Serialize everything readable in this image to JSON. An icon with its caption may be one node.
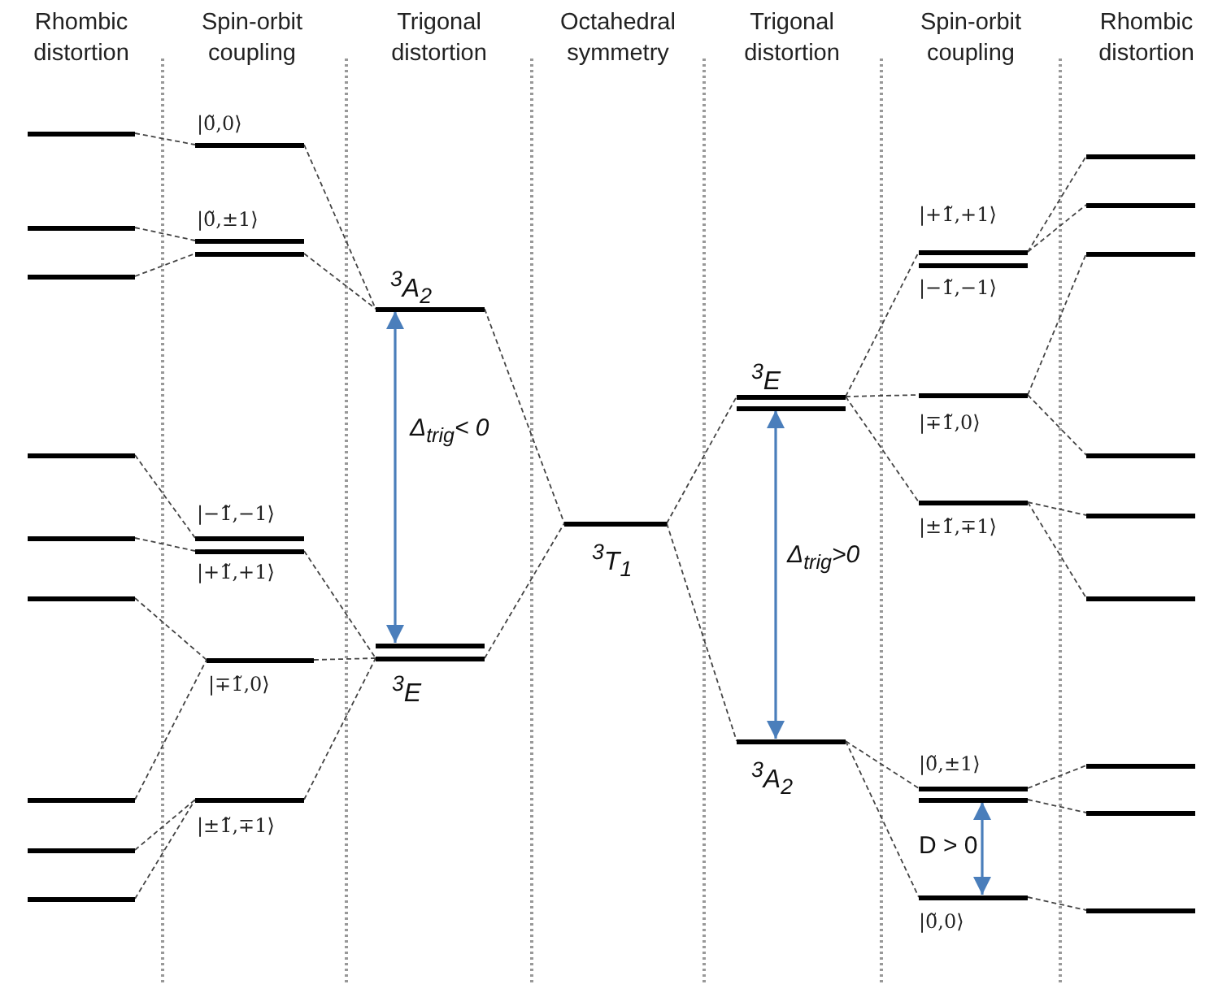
{
  "diagram": {
    "nodes": [
      {
        "text": [],
        "shape": "bar"
      },
      {
        "text": [],
        "shape": "bar"
      },
      {
        "text": [],
        "shape": "bar"
      },
      {
        "text": [],
        "shape": "bar"
      },
      {
        "text": [],
        "shape": "bar"
      },
      {
        "text": [],
        "shape": "bar"
      },
      {
        "text": [],
        "shape": "bar"
      },
      {
        "text": [],
        "shape": "bar"
      },
      {
        "text": [],
        "shape": "bar"
      },
      {
        "text": [],
        "shape": "bar",
        "beside": [
          "|0̃,0⟩"
        ]
      },
      {
        "text": [],
        "shape": "bar",
        "beside": [
          "|0̃,±1⟩"
        ]
      },
      {
        "text": [],
        "shape": "bar"
      },
      {
        "text": [],
        "shape": "bar",
        "beside": [
          "|−1̃,−1⟩"
        ]
      },
      {
        "text": [],
        "shape": "bar",
        "beside": [
          "|+1̃,+1⟩"
        ]
      },
      {
        "text": [],
        "shape": "bar",
        "beside": [
          "|∓1̃,0⟩"
        ]
      },
      {
        "text": [],
        "shape": "bar",
        "beside": [
          "|±1̃,∓1⟩"
        ]
      },
      {
        "text": [],
        "shape": "bar",
        "beside": [
          "$^{3}$A$_{2}$"
        ]
      },
      {
        "text": [],
        "shape": "bar"
      },
      {
        "text": [],
        "shape": "bar",
        "beside": [
          "$^{3}$E"
        ]
      },
      {
        "text": [],
        "shape": "bar",
        "beside": [
          "$^{3}$T$_{1}$"
        ]
      },
      {
        "text": [],
        "shape": "bar",
        "beside": [
          "$^{3}$E"
        ]
      },
      {
        "text": [],
        "shape": "bar"
      },
      {
        "text": [],
        "shape": "bar",
        "beside": [
          "$^{3}$A$_{2}$"
        ]
      },
      {
        "text": [],
        "shape": "bar",
        "beside": [
          "|+1̃,+1⟩"
        ]
      },
      {
        "text": [],
        "shape": "bar",
        "beside": [
          "|−1̃,−1⟩"
        ]
      },
      {
        "text": [],
        "shape": "bar",
        "beside": [
          "|∓1̃,0⟩"
        ]
      },
      {
        "text": [],
        "shape": "bar",
        "beside": [
          "|±1̃,∓1⟩"
        ]
      },
      {
        "text": [],
        "shape": "bar",
        "beside": [
          "|0̃,±1⟩"
        ]
      },
      {
        "text": [],
        "shape": "bar"
      },
      {
        "text": [],
        "shape": "bar",
        "beside": [
          "|0̃,0⟩"
        ]
      },
      {
        "text": [],
        "shape": "bar"
      },
      {
        "text": [],
        "shape": "bar"
      },
      {
        "text": [],
        "shape": "bar"
      },
      {
        "text": [],
        "shape": "bar"
      },
      {
        "text": [],
        "shape": "bar"
      },
      {
        "text": [],
        "shape": "bar"
      },
      {
        "text": [],
        "shape": "bar"
      },
      {
        "text": [],
        "shape": "bar"
      },
      {
        "text": [],
        "shape": "bar"
      }
    ],
    "edges": [
      {
        "from": 0,
        "to": 9,
        "arrow": "none",
        "style": "dashed"
      },
      {
        "from": 1,
        "to": 10,
        "arrow": "none",
        "style": "dashed"
      },
      {
        "from": 2,
        "to": 11,
        "arrow": "none",
        "style": "dashed"
      },
      {
        "from": 3,
        "to": 12,
        "arrow": "none",
        "style": "dashed"
      },
      {
        "from": 4,
        "to": 13,
        "arrow": "none",
        "style": "dashed"
      },
      {
        "from": 5,
        "to": 14,
        "arrow": "none",
        "style": "dashed"
      },
      {
        "from": 6,
        "to": 14,
        "arrow": "none",
        "style": "dashed"
      },
      {
        "from": 7,
        "to": 15,
        "arrow": "none",
        "style": "dashed"
      },
      {
        "from": 8,
        "to": 15,
        "arrow": "none",
        "style": "dashed"
      },
      {
        "from": 9,
        "to": 16,
        "arrow": "none",
        "style": "dashed"
      },
      {
        "from": 11,
        "to": 16,
        "arrow": "none",
        "style": "dashed"
      },
      {
        "from": 13,
        "to": 18,
        "arrow": "none",
        "style": "dashed"
      },
      {
        "from": 14,
        "to": 18,
        "arrow": "none",
        "style": "dashed"
      },
      {
        "from": 15,
        "to": 18,
        "arrow": "none",
        "style": "dashed"
      },
      {
        "from": 16,
        "to": 19,
        "arrow": "none",
        "style": "dashed"
      },
      {
        "from": 18,
        "to": 19,
        "arrow": "none",
        "style": "dashed"
      },
      {
        "from": 19,
        "to": 20,
        "arrow": "none",
        "style": "dashed"
      },
      {
        "from": 19,
        "to": 22,
        "arrow": "none",
        "style": "dashed"
      },
      {
        "from": 20,
        "to": 23,
        "arrow": "none",
        "style": "dashed"
      },
      {
        "from": 20,
        "to": 25,
        "arrow": "none",
        "style": "dashed"
      },
      {
        "from": 20,
        "to": 26,
        "arrow": "none",
        "style": "dashed"
      },
      {
        "from": 22,
        "to": 27,
        "arrow": "none",
        "style": "dashed"
      },
      {
        "from": 22,
        "to": 29,
        "arrow": "none",
        "style": "dashed"
      },
      {
        "from": 23,
        "to": 30,
        "arrow": "none",
        "style": "dashed"
      },
      {
        "from": 23,
        "to": 31,
        "arrow": "none",
        "style": "dashed"
      },
      {
        "from": 25,
        "to": 32,
        "arrow": "none",
        "style": "dashed"
      },
      {
        "from": 25,
        "to": 33,
        "arrow": "none",
        "style": "dashed"
      },
      {
        "from": 26,
        "to": 34,
        "arrow": "none",
        "style": "dashed"
      },
      {
        "from": 26,
        "to": 35,
        "arrow": "none",
        "style": "dashed"
      },
      {
        "from": 27,
        "to": 36,
        "arrow": "none",
        "style": "dashed"
      },
      {
        "from": 28,
        "to": 37,
        "arrow": "none",
        "style": "dashed"
      },
      {
        "from": 29,
        "to": 38,
        "arrow": "none",
        "style": "dashed"
      },
      {
        "from": 16,
        "to": 17,
        "arrow": "both",
        "color": "#4a7ebb",
        "label": "Δ$_{trig}$< 0"
      },
      {
        "from": 21,
        "to": 22,
        "arrow": "both",
        "color": "#4a7ebb",
        "label": "Δ$_{trig}$>0"
      },
      {
        "from": 28,
        "to": 29,
        "arrow": "both",
        "color": "#4a7ebb",
        "label": "D > 0"
      }
    ],
    "labels": [
      "Rhombic distortion",
      "Spin-orbit coupling",
      "Trigonal distortion",
      "Octahedral symmetry",
      "Trigonal distortion",
      "Spin-orbit coupling",
      "Rhombic distortion"
    ]
  }
}
